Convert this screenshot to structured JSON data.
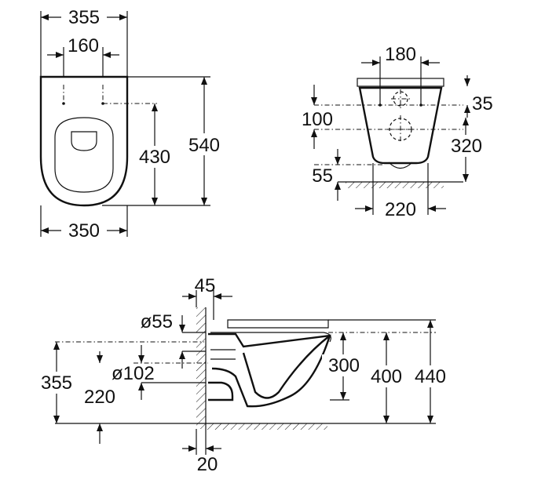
{
  "top_view": {
    "overall_width": "355",
    "fixing_spacing": "160",
    "overall_length": "540",
    "fixing_to_front": "430",
    "base_width": "350"
  },
  "front_view": {
    "fixing_spacing": "180",
    "seat_thickness": "35",
    "fixing_height_offset": "100",
    "height_to_fixings": "320",
    "outlet_height": "55",
    "base_width": "220"
  },
  "side_view": {
    "wall_offset_top": "45",
    "inlet_diameter": "ø55",
    "outlet_diameter": "ø102",
    "inlet_height": "355",
    "outlet_height": "220",
    "rim_height": "300",
    "bowl_height": "400",
    "total_height": "440",
    "wall_offset_bottom": "20"
  }
}
